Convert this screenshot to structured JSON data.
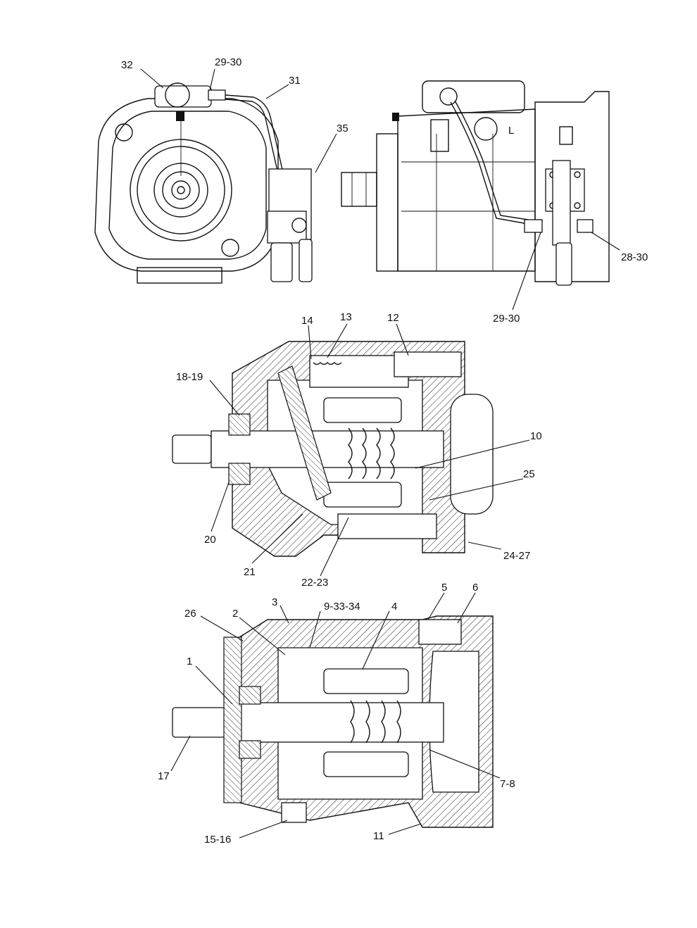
{
  "labels": {
    "l32": "32",
    "l29_30_top": "29-30",
    "l31": "31",
    "l35": "35",
    "l28_30": "28-30",
    "l29_30_side": "29-30",
    "l14": "14",
    "l13": "13",
    "l12": "12",
    "l18_19": "18-19",
    "l10": "10",
    "l25": "25",
    "l20": "20",
    "l24_27": "24-27",
    "l21": "21",
    "l22_23": "22-23",
    "l26": "26",
    "l2": "2",
    "l3": "3",
    "l9_33_34": "9-33-34",
    "l4": "4",
    "l5": "5",
    "l6": "6",
    "l1": "1",
    "l17": "17",
    "l7_8": "7-8",
    "l15_16": "15-16",
    "l11": "11",
    "port_mark": "L"
  }
}
